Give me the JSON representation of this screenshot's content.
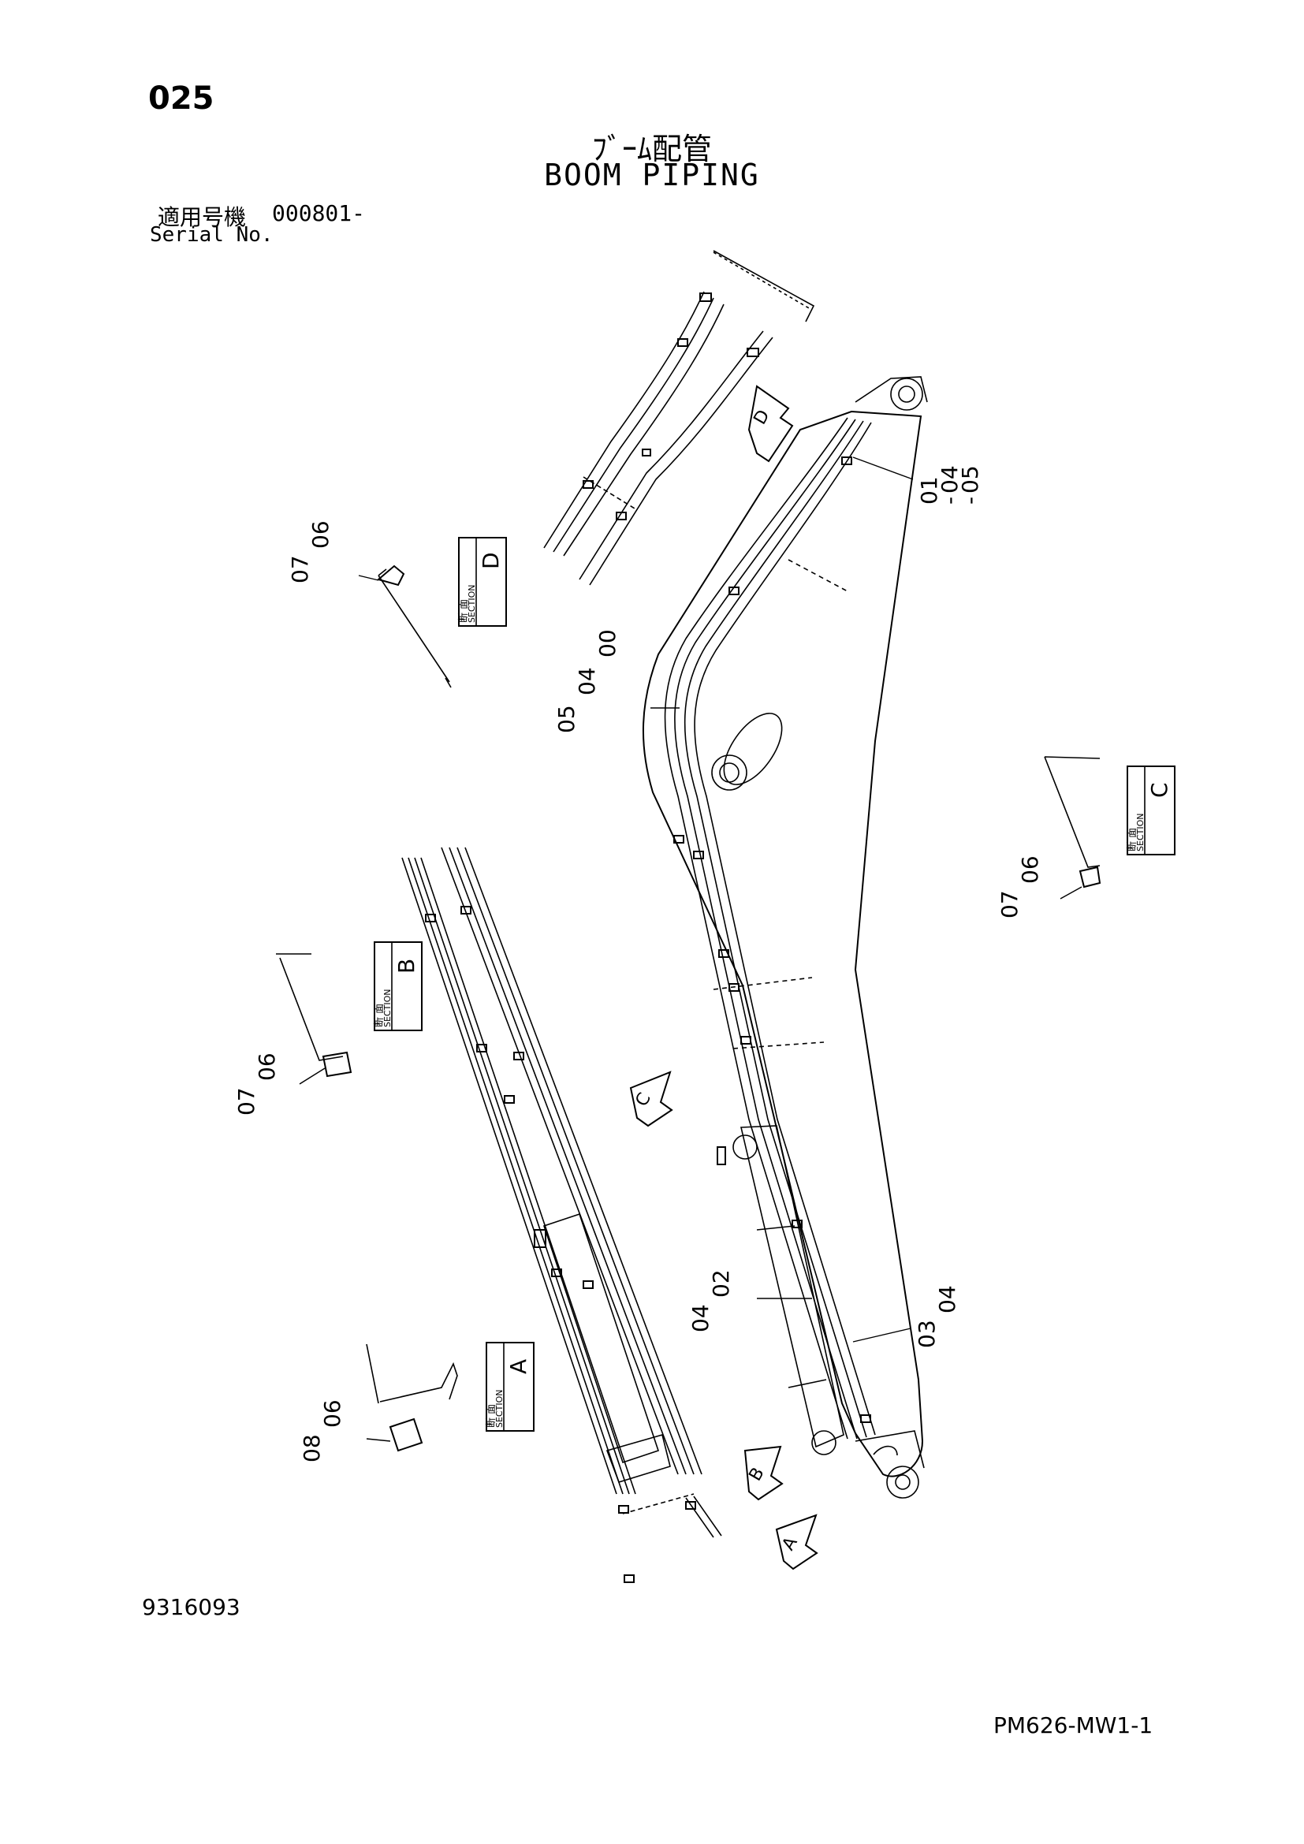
{
  "page_number": "025",
  "title_jp": "ﾌﾞｰﾑ配管",
  "title_en": "BOOM PIPING",
  "serial": {
    "label_jp": "適用号機",
    "value": "000801-",
    "label_en": "Serial No."
  },
  "sections": {
    "A": {
      "jp": "断 面",
      "en": "SECTION",
      "letter": "A"
    },
    "B": {
      "jp": "断 面",
      "en": "SECTION",
      "letter": "B"
    },
    "C": {
      "jp": "断 面",
      "en": "SECTION",
      "letter": "C"
    },
    "D": {
      "jp": "断 面",
      "en": "SECTION",
      "letter": "D"
    }
  },
  "callouts": {
    "c010405": [
      "01",
      "04",
      "05"
    ],
    "c050400": [
      "05",
      "04",
      "00"
    ],
    "c0402": [
      "04",
      "02"
    ],
    "c0304": [
      "03",
      "04"
    ],
    "c0706_d": [
      "07",
      "06"
    ],
    "c0706_c": [
      "07",
      "06"
    ],
    "c0706_b": [
      "07",
      "06"
    ],
    "c0806_a": [
      "08",
      "06"
    ]
  },
  "view_markers": {
    "A": "A",
    "B": "B",
    "C": "C",
    "D": "D"
  },
  "drawing_number": "9316093",
  "page_code": "PM626-MW1-1"
}
